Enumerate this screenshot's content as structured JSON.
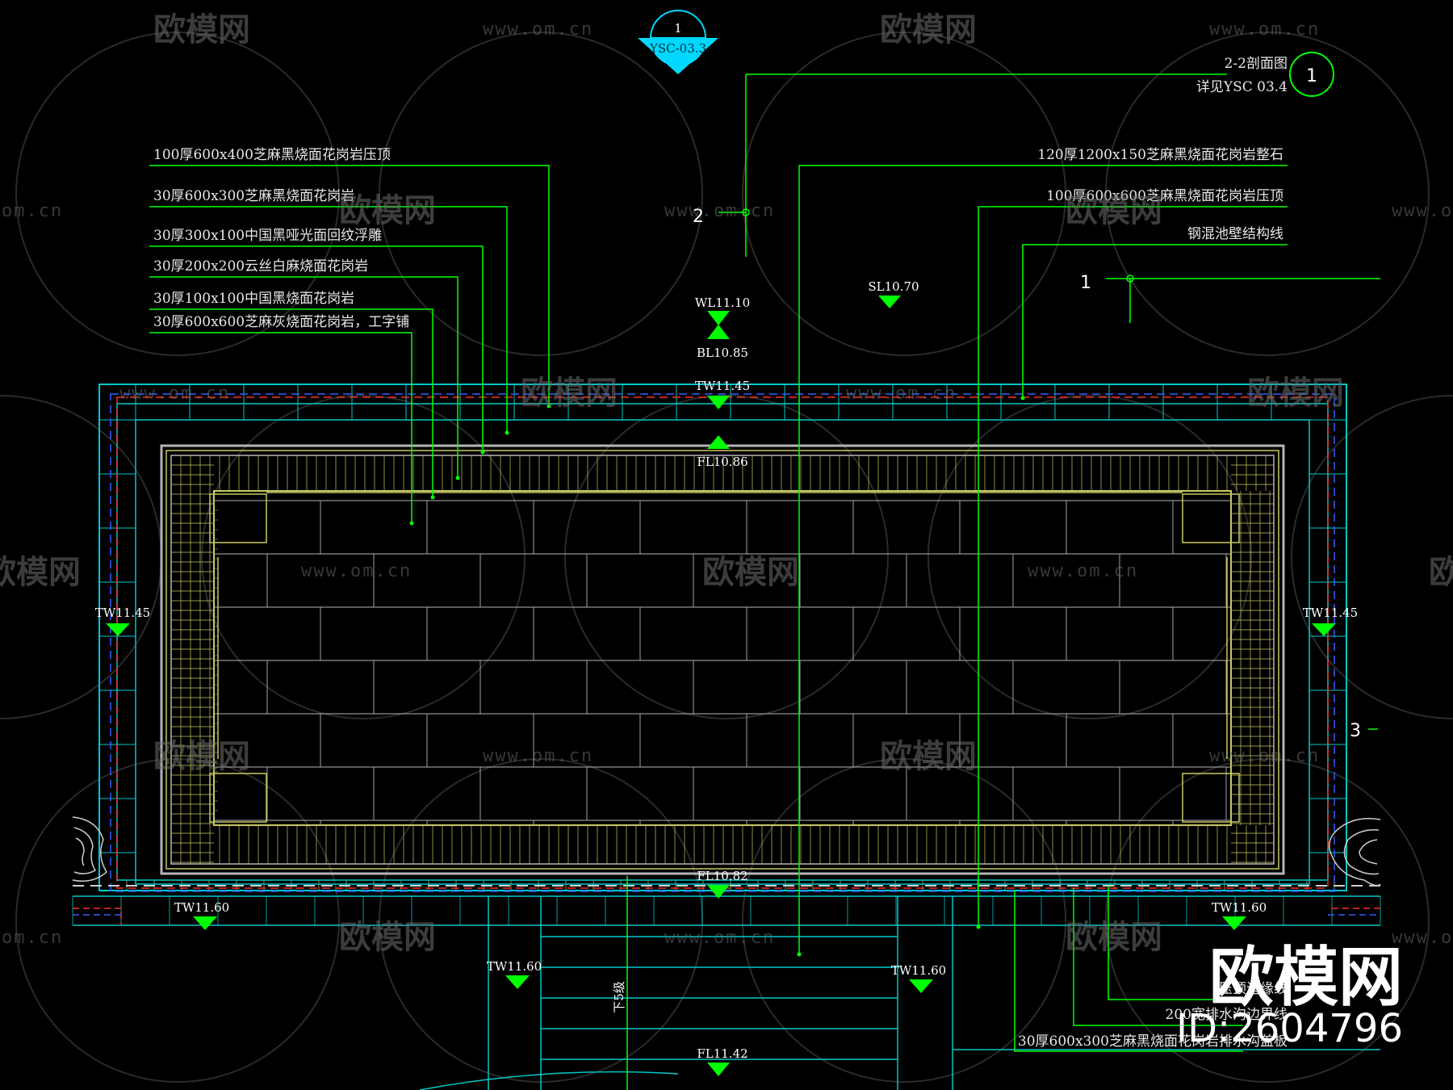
{
  "detail_marker": {
    "number": "1",
    "sheet": "YSC-03.3"
  },
  "section_ref": {
    "title": "2-2剖面图",
    "ref": "详见YSC 03.4",
    "number": "1"
  },
  "cut_markers": {
    "left": "2",
    "right": "1",
    "side": "3"
  },
  "left_notes": [
    "100厚600x400芝麻黑烧面花岗岩压顶",
    "30厚600x300芝麻黑烧面花岗岩",
    "30厚300x100中国黑哑光面回纹浮雕",
    "30厚200x200云丝白麻烧面花岗岩",
    "30厚100x100中国黑烧面花岗岩",
    "30厚600x600芝麻灰烧面花岗岩，工字铺"
  ],
  "right_notes": [
    "120厚1200x150芝麻黑烧面花岗岩整石",
    "100厚600x600芝麻黑烧面花岗岩压顶",
    "钢混池壁结构线"
  ],
  "bottom_notes": [
    "压顶边缘线",
    "200宽排水沟边界线",
    "30厚600x300芝麻黑烧面花岗岩排水沟盖板"
  ],
  "elevations": {
    "wl": "WL11.10",
    "bl": "BL10.85",
    "sl": "SL10.70",
    "tw_top": "TW11.45",
    "fl_top": "FL10.86",
    "tw_left": "TW11.45",
    "tw_right": "TW11.45",
    "fl_bottom": "FL10.82",
    "tw_bl": "TW11.60",
    "tw_br": "TW11.60",
    "tw_step_l": "TW11.60",
    "tw_step_r": "TW11.60",
    "fl_step": "FL11.42"
  },
  "stair_label": "下5级",
  "watermark": {
    "brand": "欧模网",
    "url": "www.om.cn",
    "url_short": "om.cn",
    "brand_cut": "欧模网"
  },
  "brand_mark": {
    "name": "欧模网",
    "id": "ID:2604796"
  },
  "colors": {
    "background": "#000000",
    "outline": "#00c8c8",
    "leader": "#00ff00",
    "tile_grid": "#c8c864",
    "paving": "#b4b4b4",
    "dashed_red": "#ff2a2a",
    "dashed_blue": "#3b5bff",
    "marker": "#00ff00",
    "section_marker": "#00d8ff"
  }
}
